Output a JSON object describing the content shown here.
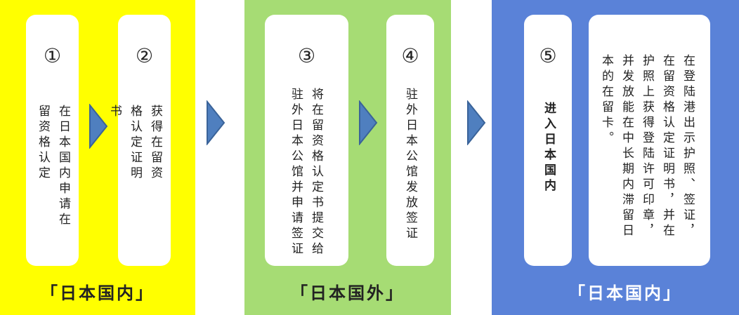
{
  "sections": [
    {
      "label": "「日本国内」"
    },
    {
      "label": "「日本国外」"
    },
    {
      "label": "「日本国内」"
    }
  ],
  "steps": [
    {
      "num": "①",
      "text": "在日本国内申请在留资格认定"
    },
    {
      "num": "②",
      "text": "获得在留资格认定证明书"
    },
    {
      "num": "③",
      "text": "将在留资格认定书提交给驻外日本公馆并申请签证"
    },
    {
      "num": "④",
      "text": "驻外日本公馆发放签证"
    },
    {
      "num": "⑤",
      "text": "进入日本国内"
    },
    {
      "num": "",
      "text": "在登陆港出示护照、签证，在留资格认定证明书，并在护照上获得登陆许可印章，并发放能在中长期内滞留日本的在留卡。"
    }
  ],
  "colors": {
    "section1": "#ffff00",
    "section2": "#a6dc74",
    "section3": "#5a82d8",
    "arrow": "#4f7fbf"
  }
}
